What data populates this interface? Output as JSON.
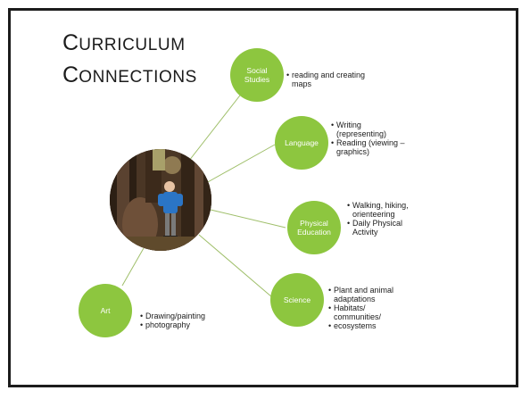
{
  "title": {
    "line1_big": "C",
    "line1_small": "URRICULUM",
    "line2_big": "C",
    "line2_small": "ONNECTIONS"
  },
  "center": {
    "name": "photo-child-by-tree"
  },
  "nodes": [
    {
      "label": "Social Studies",
      "bullets": [
        "reading and creating maps"
      ]
    },
    {
      "label": "Language",
      "bullets": [
        "Writing (representing)",
        "Reading (viewing – graphics)"
      ]
    },
    {
      "label": "Physical Education",
      "bullets": [
        "Walking, hiking, orienteering",
        "Daily Physical Activity"
      ]
    },
    {
      "label": "Science",
      "bullets": [
        "Plant and animal adaptations",
        "Habitats/ communities/",
        "ecosystems"
      ]
    },
    {
      "label": "Art",
      "bullets": [
        "Drawing/painting",
        "photography"
      ]
    }
  ],
  "colors": {
    "node": "#8dc63f",
    "line": "#9fbf6a",
    "border": "#1c1c1c"
  }
}
